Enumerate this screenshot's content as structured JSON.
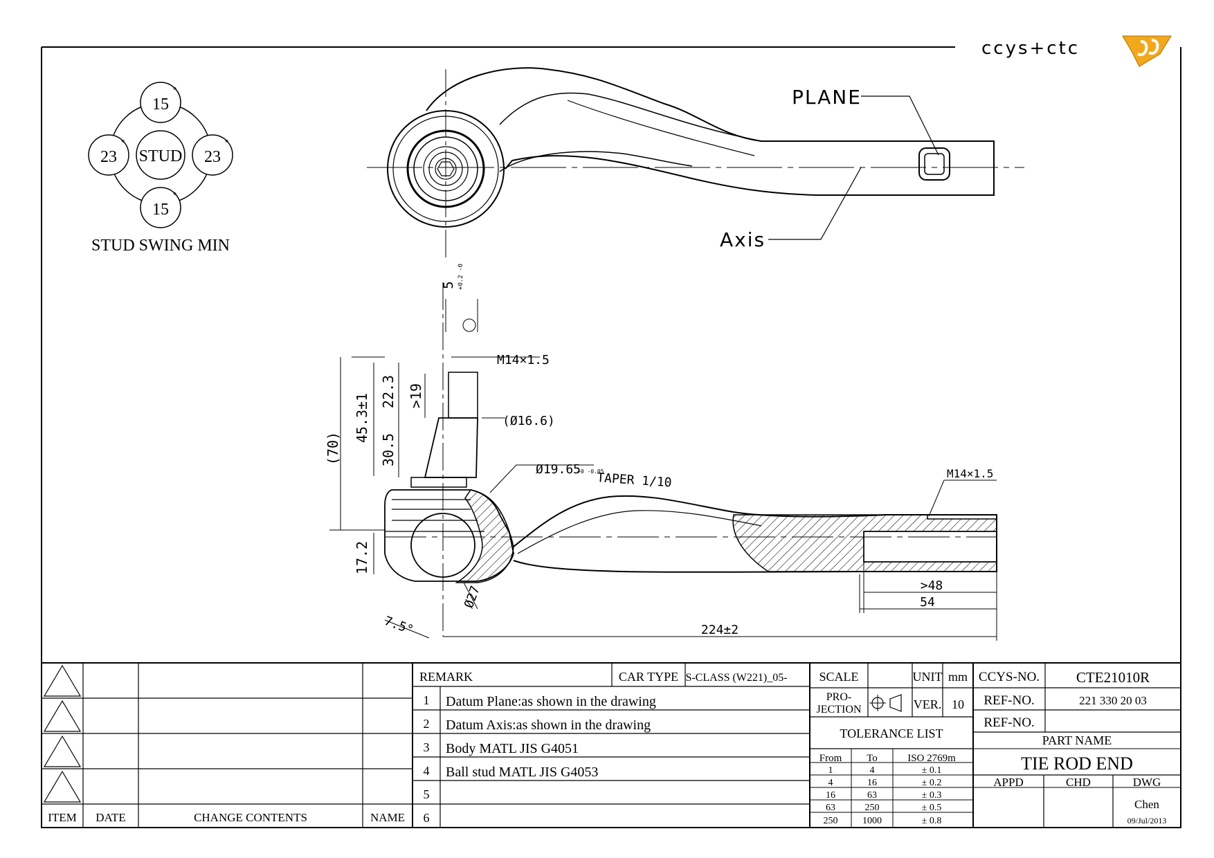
{
  "logo": {
    "text": "ccys+ctc"
  },
  "swing": {
    "top": "15",
    "bottom": "15",
    "left": "23",
    "right": "23",
    "center": "STUD",
    "degree": "°",
    "caption": "STUD SWING MIN"
  },
  "labels": {
    "plane": "PLANE",
    "axis": "Axis"
  },
  "dims": {
    "d_5": "5",
    "d_5_tol": "+0.2 -0",
    "m14_top": "M14×1.5",
    "d70": "(70)",
    "d45": "45.3±1",
    "d22": "22.3",
    "d19": ">19",
    "d166": "(Ø16.6)",
    "d305": "30.5",
    "taper": "Ø19.65",
    "taper_tol": "+0 -0.05",
    "taper_txt": "TAPER 1/10",
    "d172": "17.2",
    "d27": "Ø27",
    "angle": "7.5°",
    "m14_right": "M14×1.5",
    "d48": ">48",
    "d54": "54",
    "d224": "224±2"
  },
  "revisions": {
    "headers": [
      "ITEM",
      "DATE",
      "CHANGE CONTENTS",
      "NAME"
    ]
  },
  "remarks": {
    "header": "REMARK",
    "cartype_label": "CAR TYPE",
    "cartype_value": "S-CLASS (W221)_05-",
    "rows": [
      {
        "n": "1",
        "text": "Datum Plane:as shown in the drawing"
      },
      {
        "n": "2",
        "text": "Datum Axis:as shown in the drawing"
      },
      {
        "n": "3",
        "text": "Body MATL JIS G4051"
      },
      {
        "n": "4",
        "text": "Ball stud MATL JIS G4053"
      },
      {
        "n": "5",
        "text": ""
      },
      {
        "n": "6",
        "text": ""
      }
    ]
  },
  "titleblock": {
    "scale_label": "SCALE",
    "scale_value": "",
    "unit_label": "UNIT",
    "unit_value": "mm",
    "proj_label_1": "PRO-",
    "proj_label_2": "JECTION",
    "ver_label": "VER.",
    "ver_value": "10",
    "tol_title": "TOLERANCE LIST",
    "tol_headers": [
      "From",
      "To",
      "ISO 2769m"
    ],
    "tol_rows": [
      [
        "1",
        "4",
        "± 0.1"
      ],
      [
        "4",
        "16",
        "± 0.2"
      ],
      [
        "16",
        "63",
        "± 0.3"
      ],
      [
        "63",
        "250",
        "± 0.5"
      ],
      [
        "250",
        "1000",
        "± 0.8"
      ]
    ],
    "ccys_label": "CCYS-NO.",
    "ccys_value": "CTE21010R",
    "ref_label": "REF-NO.",
    "ref_value": "221 330 20 03",
    "ref2_label": "REF-NO.",
    "ref2_value": "",
    "partname_label": "PART NAME",
    "partname_value": "TIE ROD END",
    "appd": "APPD",
    "chd": "CHD",
    "dwg": "DWG",
    "drawn_by": "Chen",
    "date": "09/Jul/2013"
  }
}
